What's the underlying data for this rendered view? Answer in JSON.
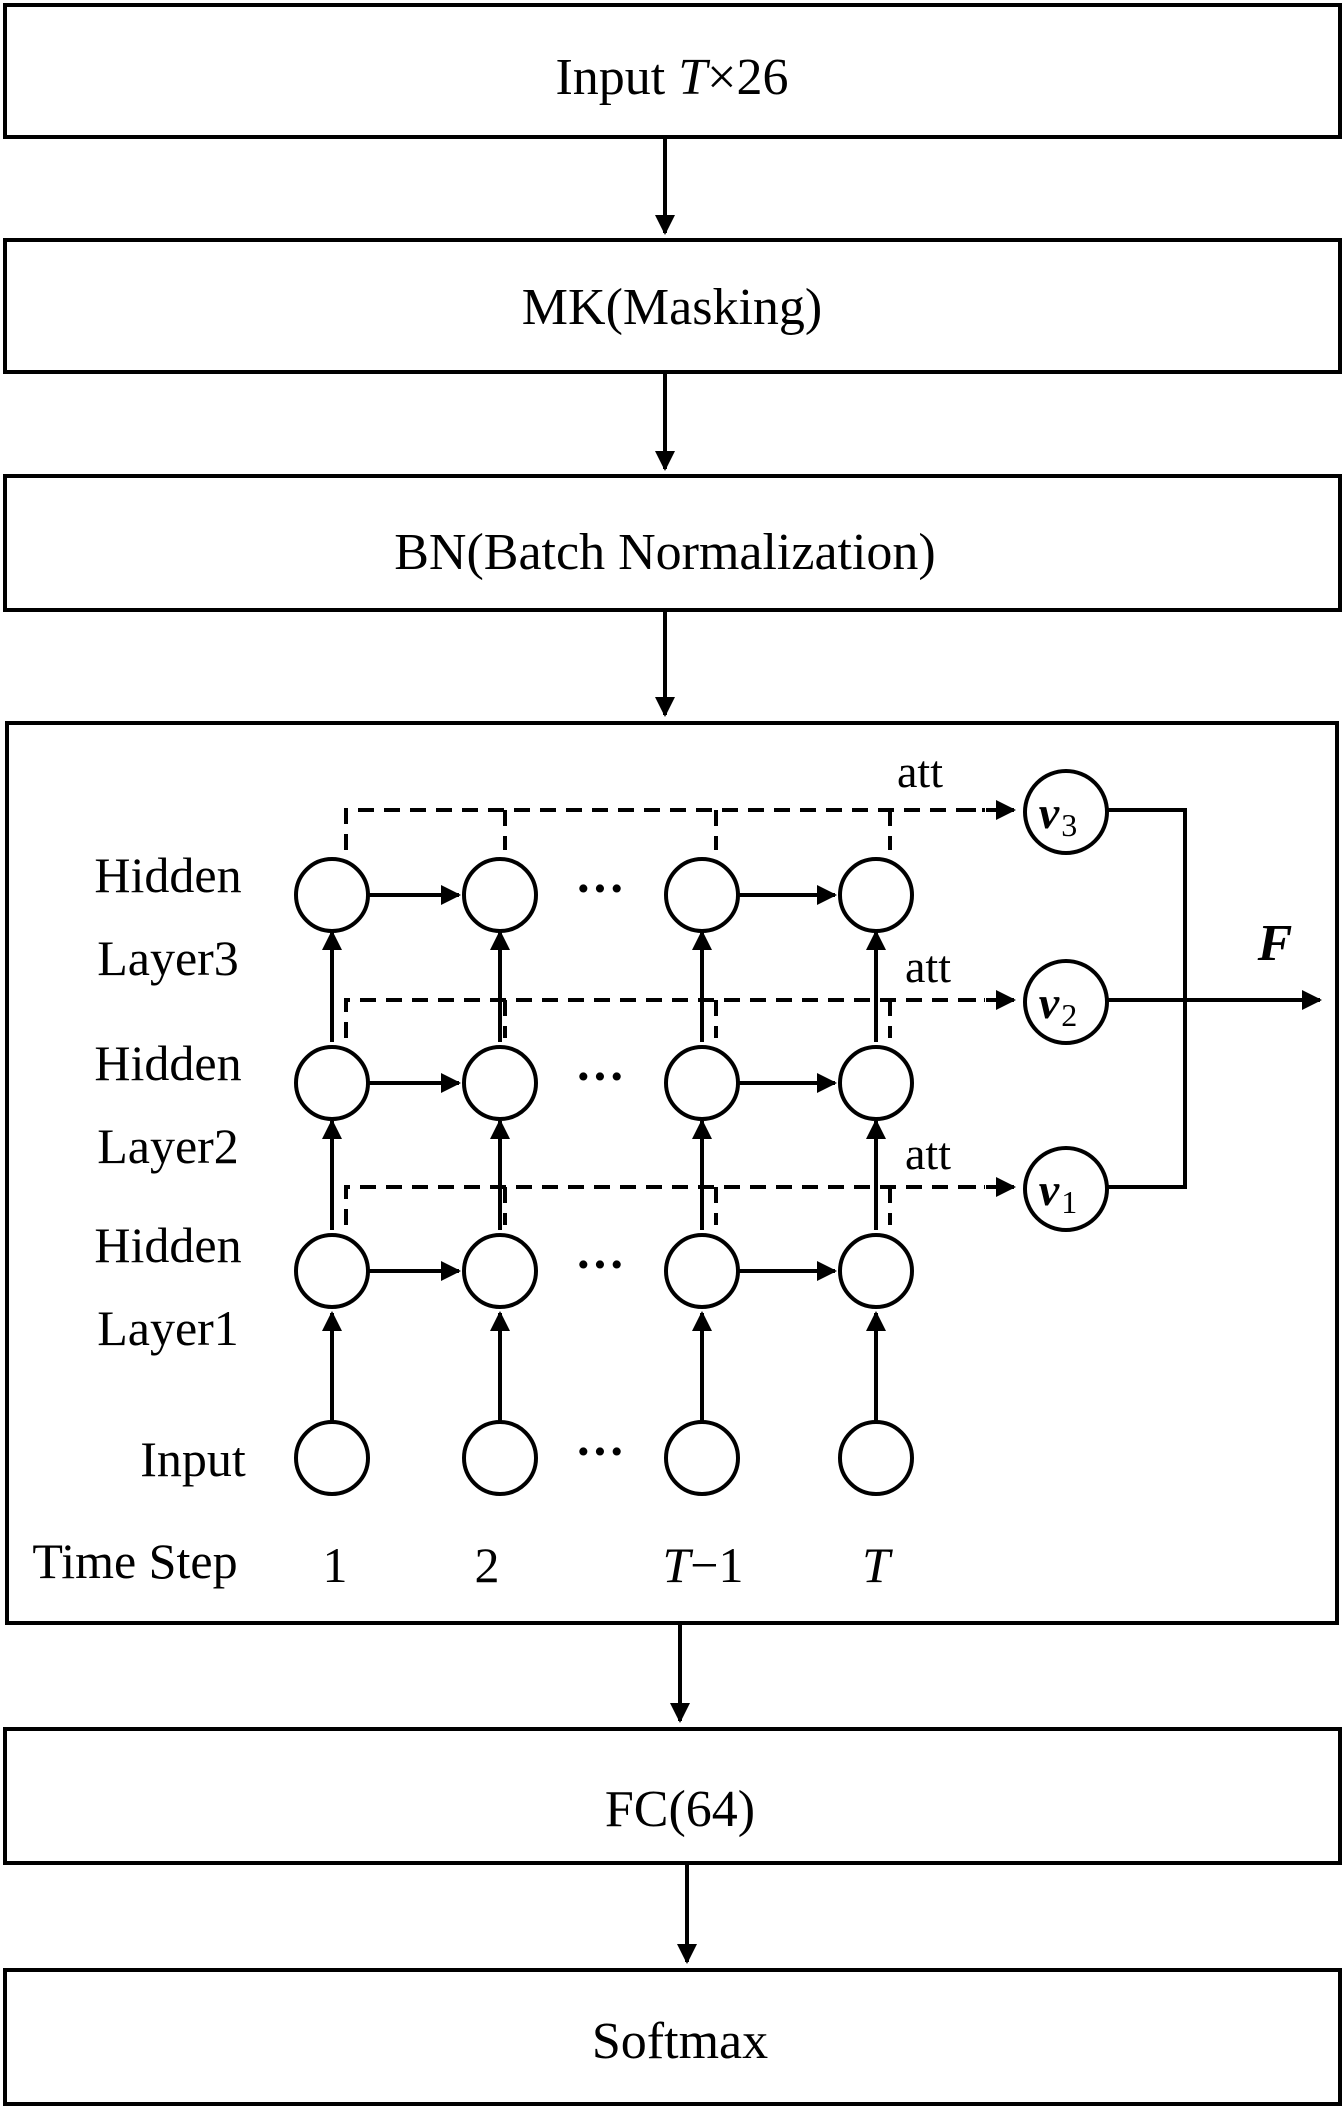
{
  "stages": {
    "input": {
      "prefix": "Input ",
      "var": "T",
      "suffix": "×26"
    },
    "masking": "MK(Masking)",
    "batch_norm": "BN(Batch Normalization)",
    "fc": "FC(64)",
    "softmax": "Softmax"
  },
  "rnn": {
    "layers": [
      {
        "line1": "Hidden",
        "line2": "Layer3"
      },
      {
        "line1": "Hidden",
        "line2": "Layer2"
      },
      {
        "line1": "Hidden",
        "line2": "Layer1"
      }
    ],
    "input_label": "Input",
    "time_step_label": "Time Step",
    "steps": {
      "s1": "1",
      "s2": "2",
      "s3_var": "T",
      "s3_suffix": "−1",
      "s4_var": "T"
    },
    "ellipsis": "···",
    "att_label": "att",
    "attention_nodes": {
      "v3": {
        "var": "v",
        "sub": "3"
      },
      "v2": {
        "var": "v",
        "sub": "2"
      },
      "v1": {
        "var": "v",
        "sub": "1"
      }
    },
    "output_label": "F"
  }
}
